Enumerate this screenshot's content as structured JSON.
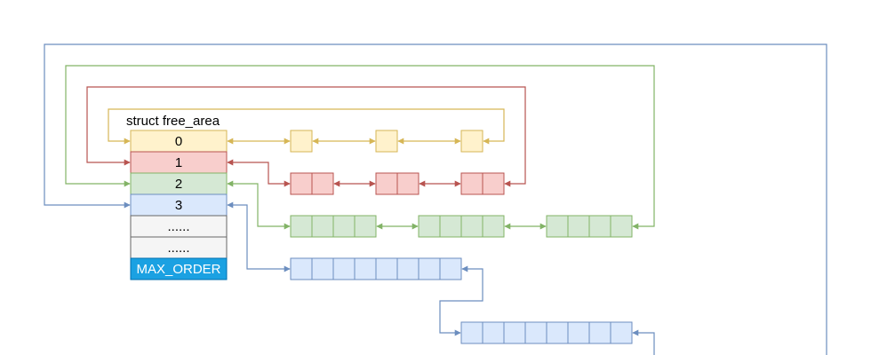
{
  "title": "struct free_area",
  "rows": [
    {
      "label": "0",
      "fill": "#fff2cc",
      "stroke": "#d6b656"
    },
    {
      "label": "1",
      "fill": "#f8cecc",
      "stroke": "#b85450"
    },
    {
      "label": "2",
      "fill": "#d5e8d4",
      "stroke": "#82b366"
    },
    {
      "label": "3",
      "fill": "#dae8fc",
      "stroke": "#6c8ebf"
    },
    {
      "label": "......",
      "fill": "#f5f5f5",
      "stroke": "#666666"
    },
    {
      "label": "......",
      "fill": "#f5f5f5",
      "stroke": "#666666"
    },
    {
      "label": "MAX_ORDER",
      "fill": "#1ba1e2",
      "stroke": "#006eaf",
      "text_color": "#ffffff"
    }
  ],
  "colors": {
    "order0": "#d6b656",
    "order1": "#b85450",
    "order2": "#82b366",
    "order3": "#6c8ebf",
    "max_order": "#6c8ebf"
  }
}
